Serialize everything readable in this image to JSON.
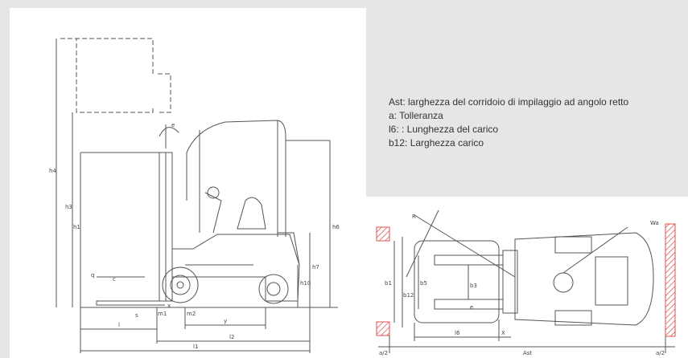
{
  "legend": {
    "lines": [
      "Ast: larghezza del corridoio di impilaggio ad angolo retto",
      "a: Tolleranza",
      "l6: : Lunghezza del carico",
      "b12: Larghezza carico"
    ]
  },
  "side_view": {
    "dim_labels": {
      "h4": "h4",
      "h3": "h3",
      "h1": "h1",
      "h6": "h6",
      "h7": "h7",
      "h10": "h10",
      "m1": "m1",
      "m2": "m2",
      "s": "s",
      "c": "c",
      "e": "e",
      "x": "x",
      "y": "y",
      "l": "l",
      "l2": "l2",
      "l1": "l1",
      "q": "q"
    }
  },
  "top_view": {
    "dim_labels": {
      "R": "R",
      "Wa": "Wa",
      "b1": "b1",
      "b12": "b12",
      "b5": "b5",
      "b3": "b3",
      "e": "e",
      "l6": "l6",
      "X": "X",
      "a2_left": "a/2",
      "a2_right": "a/2",
      "Ast": "Ast"
    }
  },
  "colors": {
    "background": "#e6e6e6",
    "panel": "#ffffff",
    "line": "#555555",
    "hatch": "#d9534f"
  }
}
